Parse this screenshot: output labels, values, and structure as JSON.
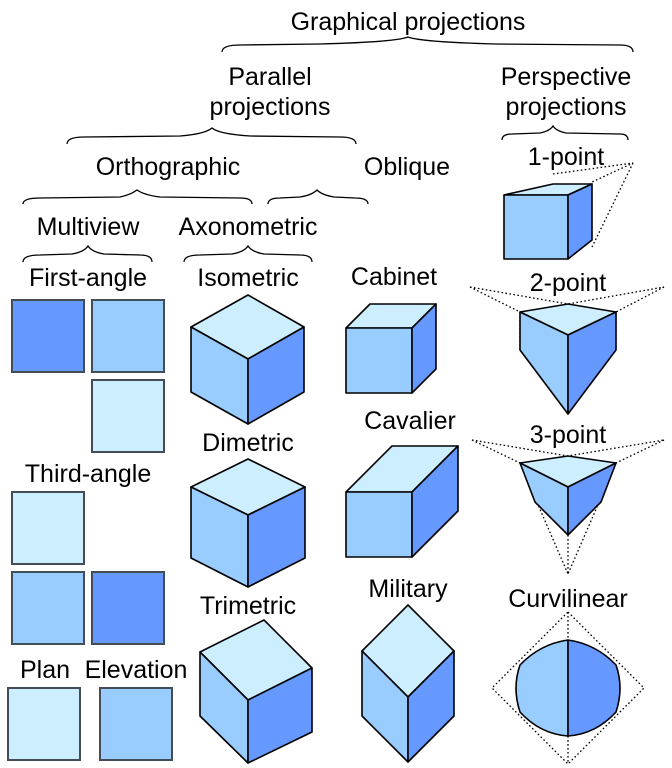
{
  "title": "Graphical projections",
  "colors": {
    "light": "#cceeff",
    "medium": "#99ccff",
    "dark": "#6699ff",
    "outline": "#000000"
  },
  "categories": {
    "parallel": {
      "line1": "Parallel",
      "line2": "projections"
    },
    "perspective": {
      "line1": "Perspective",
      "line2": "projections"
    }
  },
  "subcategories": {
    "orthographic": "Orthographic",
    "oblique": "Oblique",
    "multiview": "Multiview",
    "axonometric": "Axonometric"
  },
  "views": {
    "first_angle": "First-angle",
    "third_angle": "Third-angle",
    "plan": "Plan",
    "elevation": "Elevation",
    "isometric": "Isometric",
    "dimetric": "Dimetric",
    "trimetric": "Trimetric",
    "cabinet": "Cabinet",
    "cavalier": "Cavalier",
    "military": "Military",
    "one_point": "1-point",
    "two_point": "2-point",
    "three_point": "3-point",
    "curvilinear": "Curvilinear"
  }
}
